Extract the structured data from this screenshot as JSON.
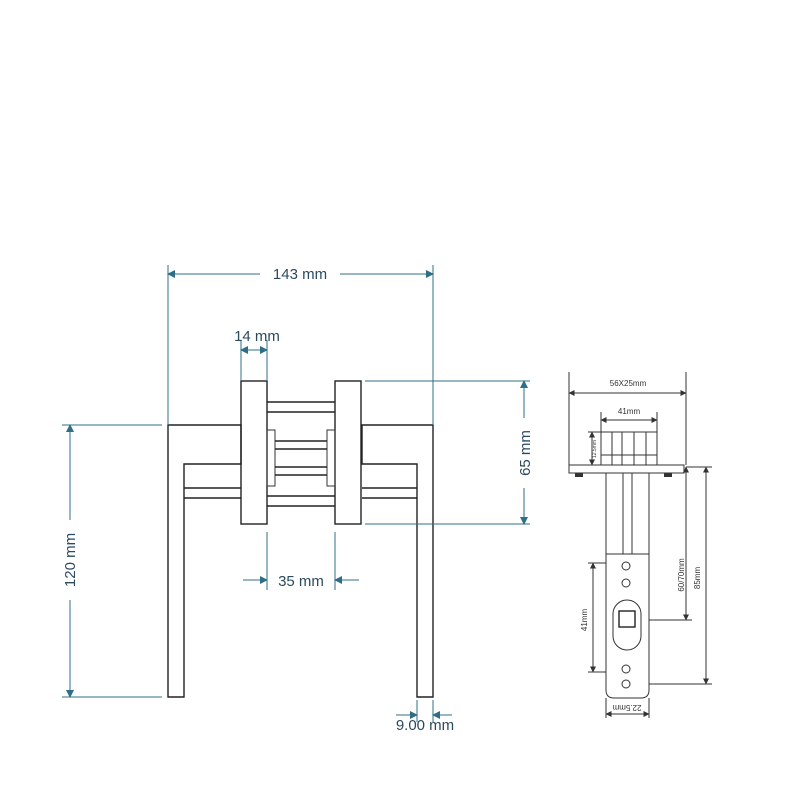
{
  "lever": {
    "width": "143 mm",
    "rose_thickness": "14 mm",
    "rose_height": "65 mm",
    "spacing": "35 mm",
    "total_height": "120 mm",
    "handle_thickness": "9.00 mm"
  },
  "latch": {
    "faceplate": "56X25mm",
    "face_width": "41mm",
    "face_depth": "12.5mm",
    "backset": "60/70mm",
    "overall_length": "85mm",
    "hole_spacing": "41mm",
    "width": "22.5mm"
  },
  "colors": {
    "dimension": "#2f6f86",
    "text": "#2a4a5e",
    "line": "#222222"
  }
}
